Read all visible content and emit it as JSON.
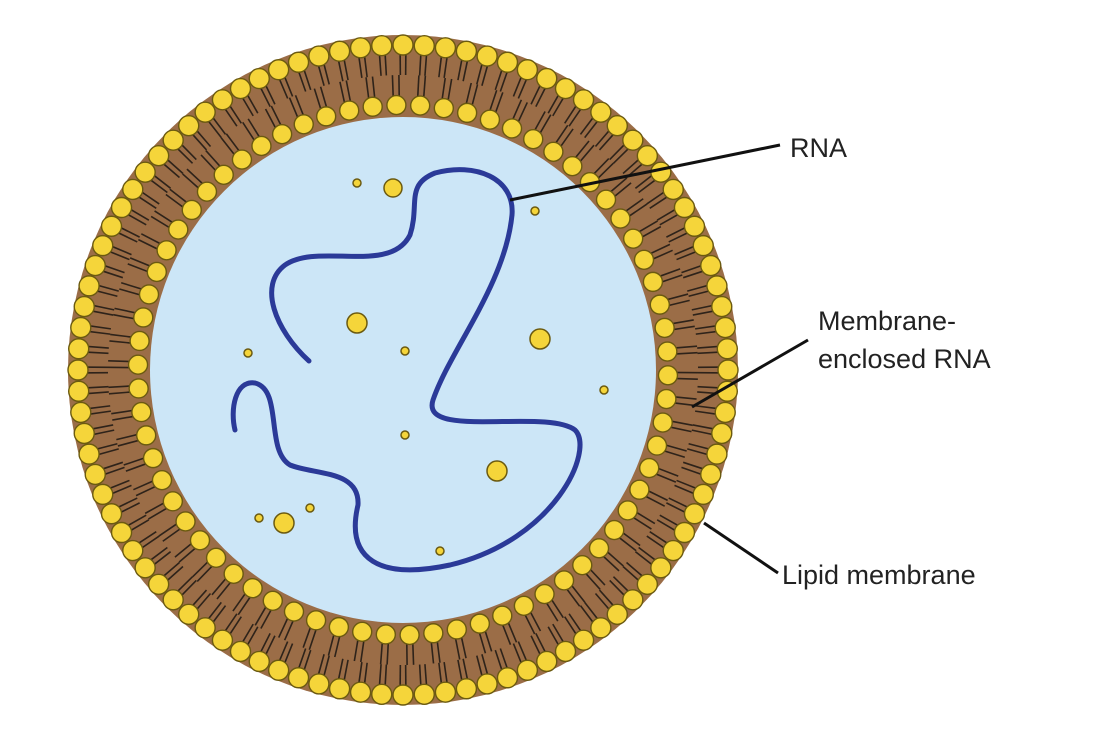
{
  "labels": {
    "rna": "RNA",
    "membrane_enclosed_line1": "Membrane-",
    "membrane_enclosed_line2": "enclosed RNA",
    "lipid_membrane": "Lipid membrane"
  },
  "colors": {
    "lipid_head": "#f5d53a",
    "lipid_head_outline": "#6b5a10",
    "membrane_fill": "#9b6d47",
    "lipid_tail": "#2e231a",
    "interior": "#cce6f7",
    "rna_strand": "#2b3a98",
    "leader_line": "#111111",
    "particle": "#f5d53a"
  },
  "counts": {
    "outer_lipids": 96,
    "inner_lipids": 70
  }
}
